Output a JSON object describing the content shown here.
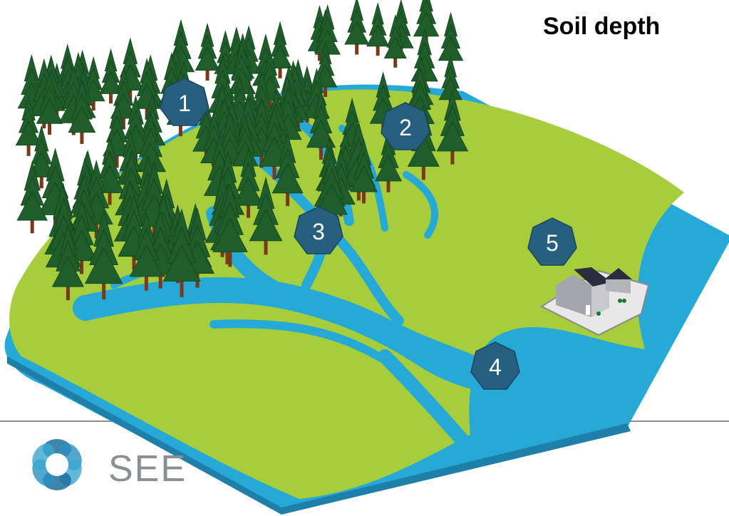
{
  "title": "Soil depth",
  "logo": {
    "text": "SEE",
    "icon": "flower-logo-icon"
  },
  "markers": [
    {
      "id": "1",
      "label": "1"
    },
    {
      "id": "2",
      "label": "2"
    },
    {
      "id": "3",
      "label": "3"
    },
    {
      "id": "4",
      "label": "4"
    },
    {
      "id": "5",
      "label": "5"
    }
  ],
  "colors": {
    "land": "#a6cd3b",
    "water": "#26a9d6",
    "water_dark": "#1e7fa8",
    "tree": "#1f5e2a",
    "trunk": "#7a3a1a",
    "marker": "#26607e",
    "house_roof": "#2b2c3e",
    "house_wall": "#9aa0a6"
  }
}
